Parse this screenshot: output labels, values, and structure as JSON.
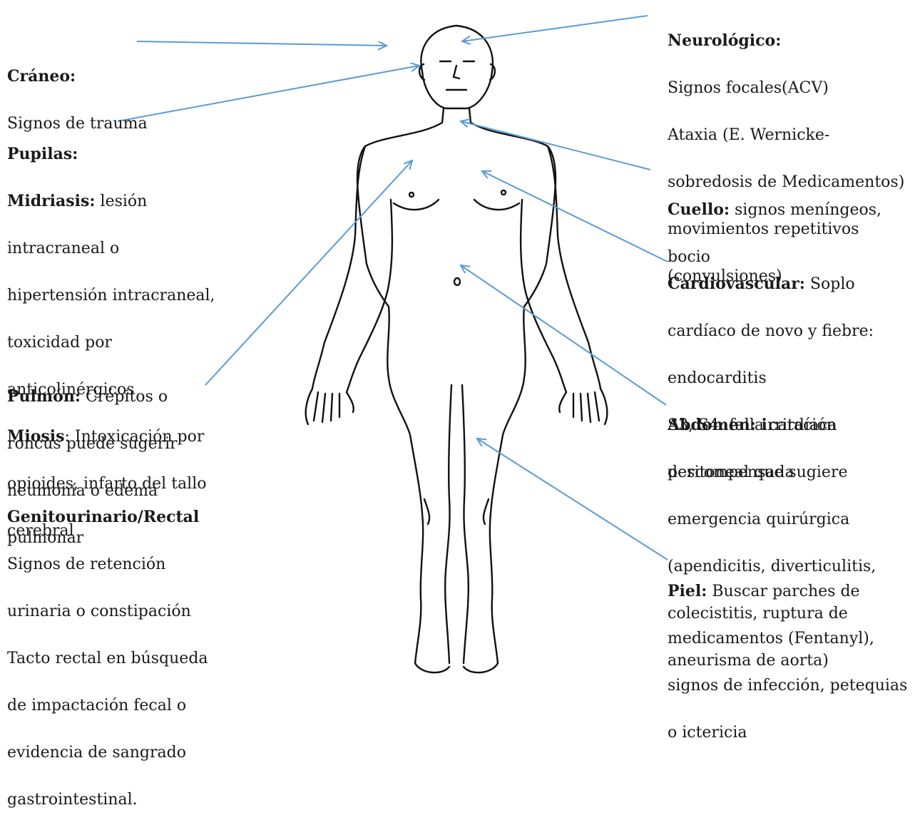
{
  "notes": {
    "craneo": {
      "title": "Cráneo:",
      "lines": [
        " Signos de trauma"
      ]
    },
    "pupilas": {
      "title": "Pupilas:",
      "midriasis_label": " Midriasis:",
      "midriasis_text": " lesión",
      "midriasis_lines": [
        "intracraneal o",
        "hipertensión intracraneal,",
        "toxicidad por",
        "anticolinérgicos"
      ],
      "miosis_label": "Miosis",
      "miosis_text": ": Intoxicación por",
      "miosis_lines": [
        "opioides, infarto del tallo",
        "cerebral"
      ]
    },
    "pulmon": {
      "title": "Pulmón:",
      "first": " Crépitos o",
      "lines": [
        "roncus puede sugerir",
        "neumonía o edema",
        "pulmonar"
      ]
    },
    "genito": {
      "title": "Genitourinario/Rectal",
      "lines": [
        "Signos de retención",
        "urinaria o constipación",
        "Tacto rectal en búsqueda",
        "de  impactación fecal  o",
        "evidencia de sangrado",
        "gastrointestinal."
      ]
    },
    "neuro": {
      "title": "Neurológico:",
      "lines": [
        "Signos focales(ACV)",
        "Ataxia (E. Wernicke-",
        "sobredosis de Medicamentos)",
        "movimientos repetitivos",
        "(convulsiones)"
      ]
    },
    "cuello": {
      "title": "Cuello:",
      "first": " signos meníngeos,",
      "lines": [
        "bocio"
      ]
    },
    "cardio": {
      "title": "Cardiovascular:",
      "first": " Soplo",
      "lines": [
        "cardíaco de novo y fiebre:",
        "endocarditis",
        "S3, S4: falla cardíaca",
        "descompensada"
      ]
    },
    "abdomen": {
      "title": "Abdomen: i",
      "first": "rritación",
      "lines": [
        "peritoneal  que sugiere",
        "emergencia quirúrgica",
        "(apendicitis, diverticulitis,",
        "colecistitis, ruptura de",
        "aneurisma de aorta)"
      ]
    },
    "piel": {
      "title": "Piel:",
      "first": " Buscar parches de",
      "lines": [
        "medicamentos (Fentanyl),",
        "signos de infección, petequias",
        "o ictericia"
      ]
    }
  },
  "colors": {
    "arrow": "#5b9bd5",
    "text": "#1a1a1a",
    "outline": "#111111"
  }
}
